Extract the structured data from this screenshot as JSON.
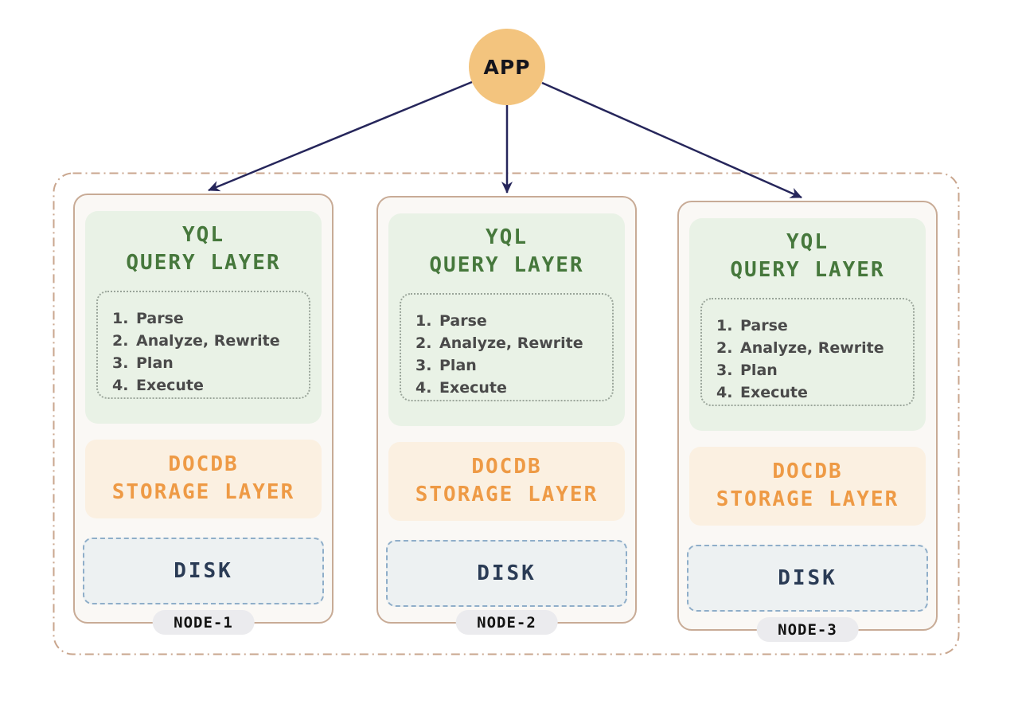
{
  "app": {
    "label": "APP"
  },
  "colors": {
    "app_circle_bg": "#F3C47E",
    "arrow": "#26265B",
    "card_bg": "#FAF8F5",
    "card_border": "#C8AB96",
    "cluster_border": "#C9A68E",
    "green_text": "#46783C",
    "green_bg": "#E9F2E6",
    "steps_text": "#4A4A4A",
    "steps_border": "#9AA59A",
    "orange_text": "#EE9A45",
    "orange_bg": "#FBF0E1",
    "disk_bg": "#EDF1F2",
    "disk_border": "#8FAEC9",
    "disk_text": "#2A3B55",
    "pill_bg": "#EBEBEE",
    "pill_text": "#121212",
    "app_text": "#14141C"
  },
  "cluster": {
    "nodes": [
      {
        "name": "NODE-1",
        "query_layer": {
          "title_line1": "YQL",
          "title_line2": "QUERY LAYER",
          "steps": [
            {
              "num": "1.",
              "label": "Parse"
            },
            {
              "num": "2.",
              "label": "Analyze, Rewrite"
            },
            {
              "num": "3.",
              "label": "Plan"
            },
            {
              "num": "4.",
              "label": "Execute"
            }
          ]
        },
        "storage_layer": {
          "title_line1": "DOCDB",
          "title_line2": "STORAGE LAYER"
        },
        "disk": {
          "label": "DISK"
        }
      },
      {
        "name": "NODE-2",
        "query_layer": {
          "title_line1": "YQL",
          "title_line2": "QUERY LAYER",
          "steps": [
            {
              "num": "1.",
              "label": "Parse"
            },
            {
              "num": "2.",
              "label": "Analyze, Rewrite"
            },
            {
              "num": "3.",
              "label": "Plan"
            },
            {
              "num": "4.",
              "label": "Execute"
            }
          ]
        },
        "storage_layer": {
          "title_line1": "DOCDB",
          "title_line2": "STORAGE LAYER"
        },
        "disk": {
          "label": "DISK"
        }
      },
      {
        "name": "NODE-3",
        "query_layer": {
          "title_line1": "YQL",
          "title_line2": "QUERY LAYER",
          "steps": [
            {
              "num": "1.",
              "label": "Parse"
            },
            {
              "num": "2.",
              "label": "Analyze, Rewrite"
            },
            {
              "num": "3.",
              "label": "Plan"
            },
            {
              "num": "4.",
              "label": "Execute"
            }
          ]
        },
        "storage_layer": {
          "title_line1": "DOCDB",
          "title_line2": "STORAGE LAYER"
        },
        "disk": {
          "label": "DISK"
        }
      }
    ]
  }
}
